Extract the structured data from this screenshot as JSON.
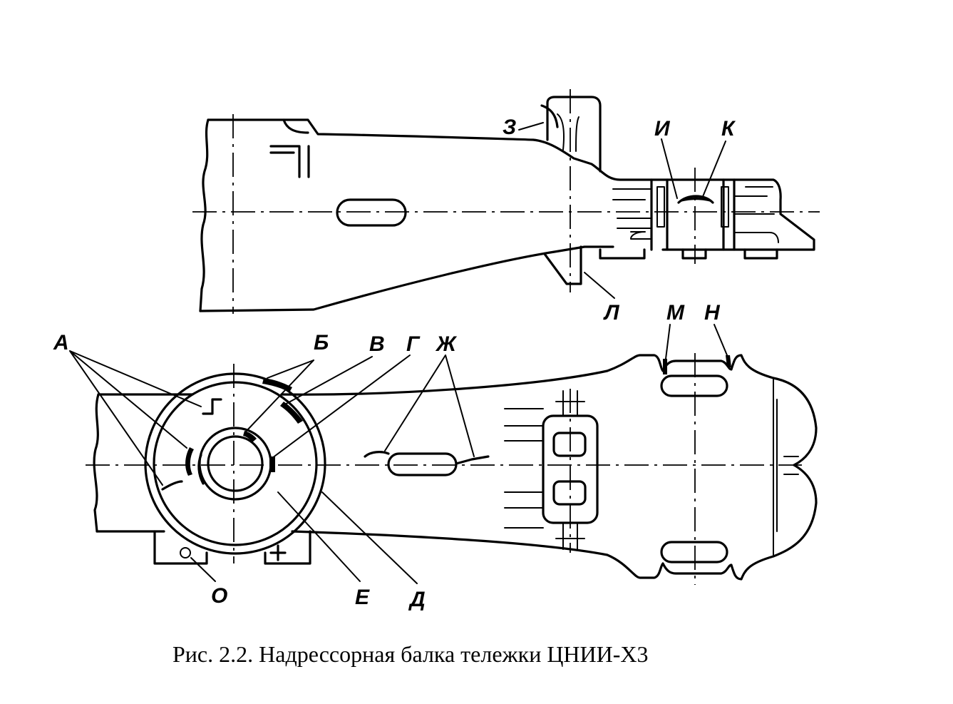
{
  "caption": "Рис. 2.2. Надрессорная балка тележки ЦНИИ-Х3",
  "labels": {
    "z": "З",
    "i": "И",
    "k": "К",
    "l": "Л",
    "m": "М",
    "n": "Н",
    "a": "А",
    "b": "Б",
    "v": "В",
    "g": "Г",
    "zh": "Ж",
    "o": "О",
    "e": "Е",
    "d": "Д"
  }
}
